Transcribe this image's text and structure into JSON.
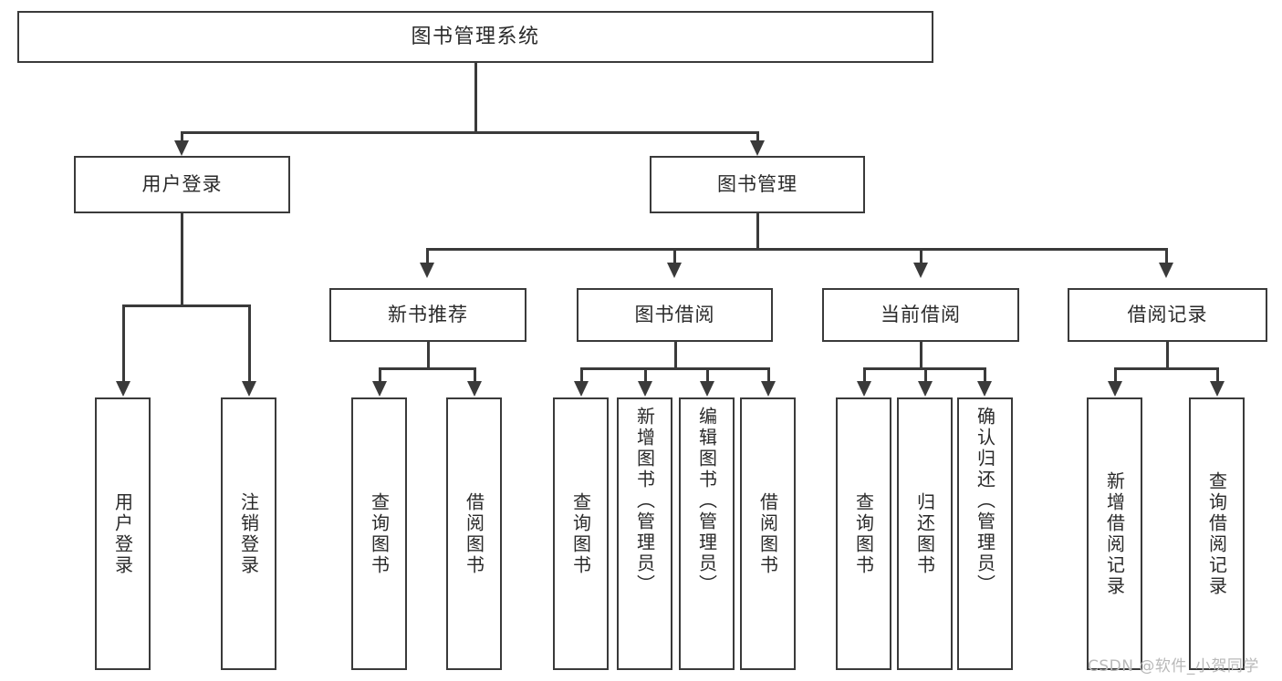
{
  "diagram": {
    "type": "tree-hierarchy-chart",
    "title": "图书管理系统",
    "levels": 4,
    "root": {
      "label": "图书管理系统"
    },
    "level1": [
      {
        "label": "用户登录"
      },
      {
        "label": "图书管理"
      }
    ],
    "level2": [
      {
        "label": "新书推荐"
      },
      {
        "label": "图书借阅"
      },
      {
        "label": "当前借阅"
      },
      {
        "label": "借阅记录"
      }
    ],
    "leaves": {
      "user_login": [
        {
          "label": "用户登录"
        },
        {
          "label": "注销登录"
        }
      ],
      "new_book_recommend": [
        {
          "label": "查询图书"
        },
        {
          "label": "借阅图书"
        }
      ],
      "book_borrow": [
        {
          "label": "查询图书"
        },
        {
          "label": "新增图书（管理员）"
        },
        {
          "label": "编辑图书（管理员）"
        },
        {
          "label": "借阅图书"
        }
      ],
      "current_borrow": [
        {
          "label": "查询图书"
        },
        {
          "label": "归还图书"
        },
        {
          "label": "确认归还（管理员）"
        }
      ],
      "borrow_record": [
        {
          "label": "新增借阅记录"
        },
        {
          "label": "查询借阅记录"
        }
      ]
    }
  },
  "watermark": {
    "text": "CSDN @软件_小贺同学"
  },
  "colors": {
    "stroke": "#3a3a3a",
    "background": "#ffffff",
    "text": "#2a2a2a",
    "watermark": "#b9b9b9"
  }
}
